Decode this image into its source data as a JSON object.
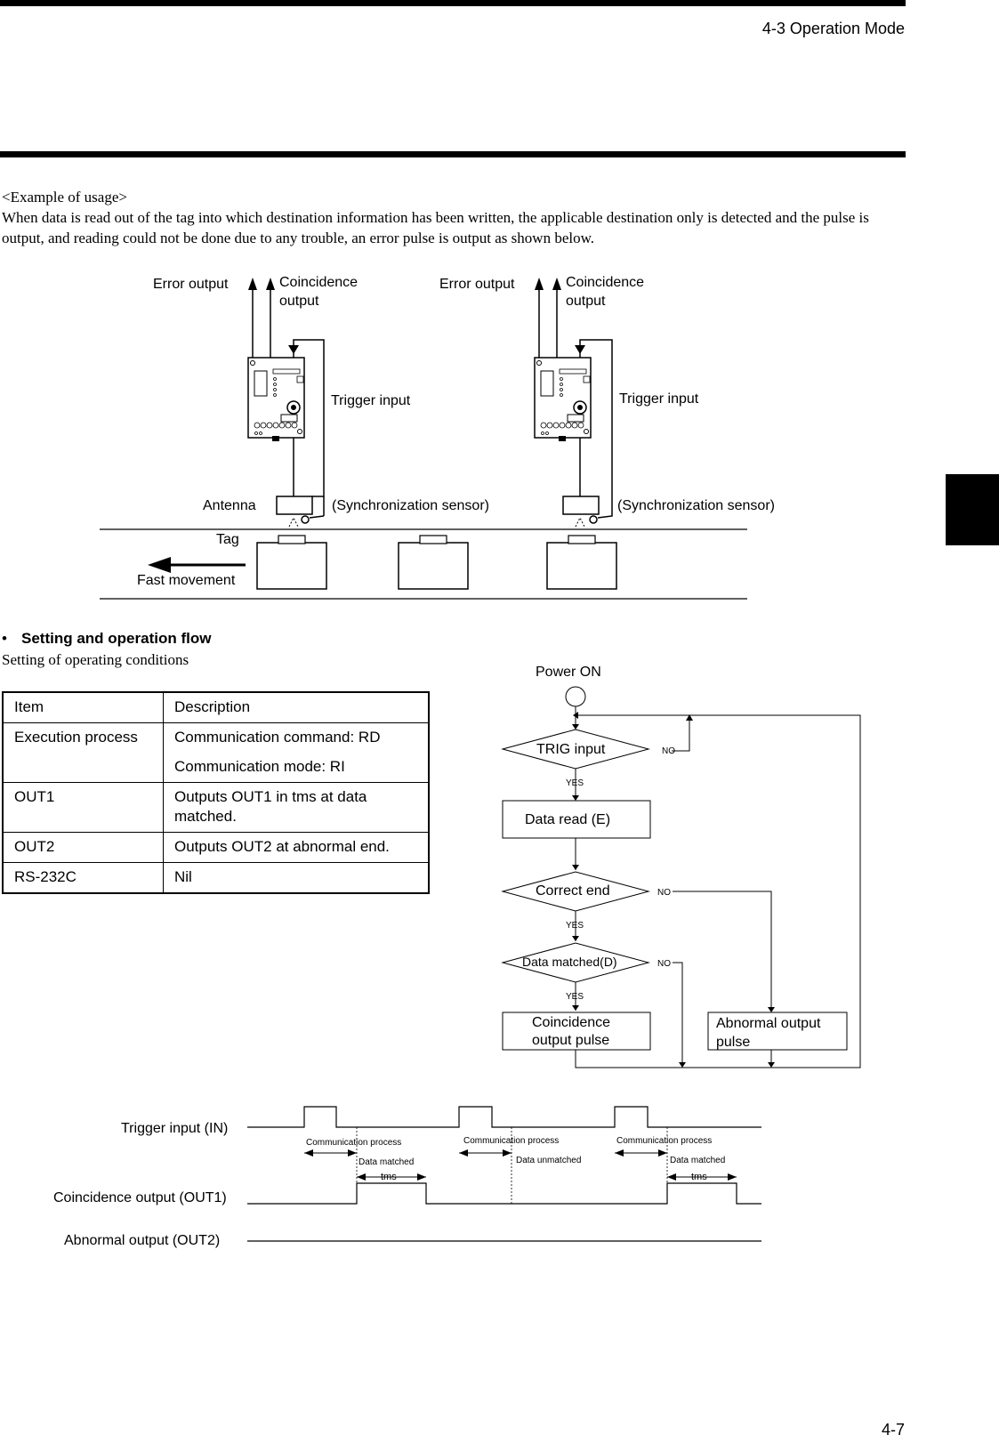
{
  "header": {
    "title": "4-3 Operation Mode"
  },
  "footer": {
    "page_number": "4-7"
  },
  "intro": {
    "heading": "<Example of usage>",
    "body": "When data is read out of the tag into which destination information has been written, the applicable destination only is detected and  the pulse is output, and reading could not be done due to any trouble, an error pulse is output as shown below."
  },
  "usage_diagram": {
    "error_output": "Error output",
    "coincidence_line1": "Coincidence",
    "coincidence_line2": "output",
    "trigger_input": "Trigger input",
    "antenna": "Antenna",
    "sync_sensor": "(Synchronization sensor)",
    "tag": "Tag",
    "fast_movement": "Fast movement"
  },
  "flow_section": {
    "heading": "Setting and operation flow",
    "caption": "Setting of operating conditions"
  },
  "conditions_table": {
    "header": {
      "item": "Item",
      "description": "Description"
    },
    "rows": [
      {
        "item": "Execution process",
        "desc1": "Communication command: RD",
        "desc2": "Communication mode: RI"
      },
      {
        "item": "OUT1",
        "desc1": "Outputs OUT1 in tms at data matched."
      },
      {
        "item": "OUT2",
        "desc1": "Outputs OUT2 at abnormal end."
      },
      {
        "item": "RS-232C",
        "desc1": "Nil"
      }
    ]
  },
  "flowchart": {
    "power_on": "Power ON",
    "trig_input": "TRIG input",
    "data_read": "Data read (E)",
    "correct_end": "Correct end",
    "data_matched": "Data matched(D)",
    "coincidence_pulse_line1": "Coincidence",
    "coincidence_pulse_line2": "output pulse",
    "abnormal_pulse_line1": "Abnormal output",
    "abnormal_pulse_line2": "pulse",
    "yes": "YES",
    "no": "NO"
  },
  "timing": {
    "trigger_label": "Trigger input (IN)",
    "out1_label": "Coincidence output (OUT1)",
    "out2_label": "Abnormal output (OUT2)",
    "comm_process": "Communication process",
    "data_matched": "Data matched",
    "data_unmatched": "Data unmatched",
    "tms": "tms"
  }
}
